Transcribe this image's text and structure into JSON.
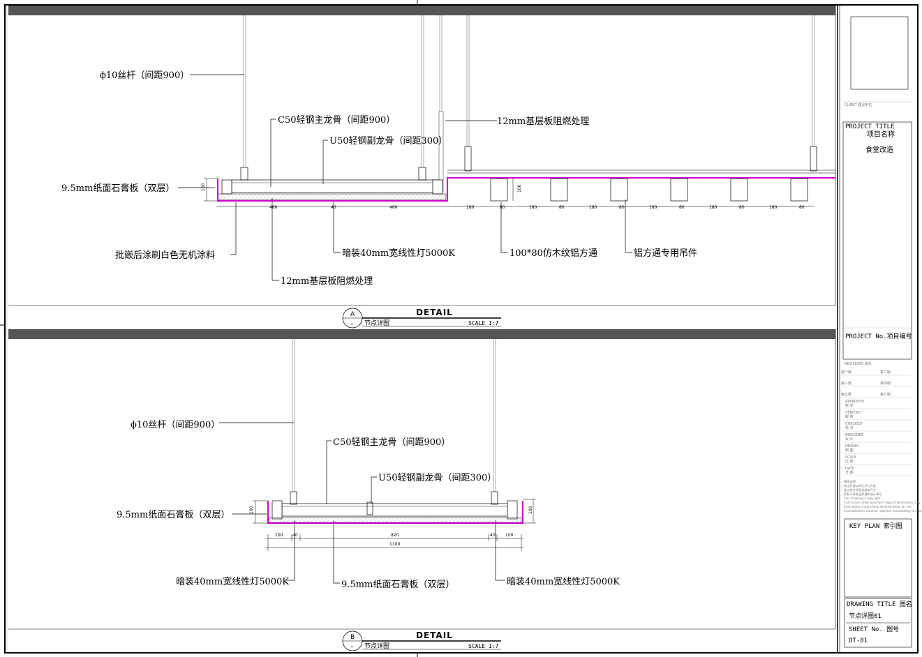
{
  "detail_a": {
    "callouts": {
      "rod": "ϕ10丝杆（间距900）",
      "c50": "C50轻钢主龙骨（间距900）",
      "u50": "U50轻钢副龙骨（间距300）",
      "board12_top": "12mm基层板阻燃处理",
      "gypsum": "9.5mm纸面石膏板（双层）",
      "paint": "批嵌后涂刷白色无机涂料",
      "board12_bottom": "12mm基层板阻燃处理",
      "light": "暗装40mm宽线性灯5000K",
      "alu_tube": "100*80仿木纹铝方通",
      "hanger": "铝方通专用吊件"
    },
    "dims": {
      "h100_left": "100",
      "w480_a": "480",
      "w40": "40",
      "w480_b": "480",
      "h100_tube": "100",
      "gaps": [
        "180",
        "80",
        "180",
        "80",
        "180",
        "80",
        "180",
        "80",
        "180",
        "80",
        "180",
        "80"
      ]
    },
    "detail_label": "DETAIL",
    "marker_letter": "A",
    "marker_dash": "–",
    "subtitle": "节点详图",
    "scale": "SCALE 1:7"
  },
  "detail_b": {
    "callouts": {
      "rod": "ϕ10丝杆（间距900）",
      "c50": "C50轻钢主龙骨（间距900）",
      "u50": "U50轻钢副龙骨（间距300）",
      "gypsum_left": "9.5mm纸面石膏板（双层）",
      "light_left": "暗装40mm宽线性灯5000K",
      "gypsum_bottom": "9.5mm纸面石膏板（双层）",
      "light_right": "暗装40mm宽线性灯5000K"
    },
    "dims": {
      "h100_left": "100",
      "h100_right": "100",
      "w100_a": "100",
      "w40_a": "40",
      "w820": "820",
      "w40_b": "40",
      "w100_b": "100",
      "total": "1100"
    },
    "detail_label": "DETAIL",
    "marker_letter": "B",
    "marker_dash": "–",
    "subtitle": "节点详图",
    "scale": "SCALE 1:7"
  },
  "title_block": {
    "client": "CLIENT  建设单位",
    "project_title": "PROJECT TITLE",
    "project_title_cn": "项目名称",
    "project_name": "食堂改造",
    "project_no": "PROJECT No.项目编号",
    "revisions": "REVISIONS  版本",
    "rev_items": [
      "第一版",
      "第二版",
      "第三版",
      "第四版",
      "第五版",
      "第六版"
    ],
    "approvals": [
      {
        "en": "APPROVED",
        "cn": "审  定"
      },
      {
        "en": "VERIFIED",
        "cn": "审  核"
      },
      {
        "en": "CHECKED",
        "cn": "校  对"
      },
      {
        "en": "DESIGNER",
        "cn": "设  计"
      },
      {
        "en": "DRAWN",
        "cn": "制  图"
      },
      {
        "en": "SCALE",
        "cn": "比  例"
      },
      {
        "en": "DATE",
        "cn": "日  期"
      }
    ],
    "notes": [
      "图纸说明",
      "施工时请以标注尺寸为准",
      "施工单位须现场核实尺寸",
      "如有不符请立即通知设计单位",
      "This drawing is copyright",
      "Contractors shall work form figured dimensions only",
      "Contractors must check all dimensions on site",
      "Contradictions must be reported immediately to architects"
    ],
    "key_plan": "KEY  PLAN  索引图",
    "drawing_title": "DRAWING TITLE 图名",
    "drawing_name": "节点详图01",
    "sheet_no": "SHEET No.   图号",
    "sheet_id": "DT-01"
  },
  "colors": {
    "magenta": "#d000d0",
    "dark_band": "#555555",
    "hatch": "#888888",
    "line": "#000000"
  }
}
